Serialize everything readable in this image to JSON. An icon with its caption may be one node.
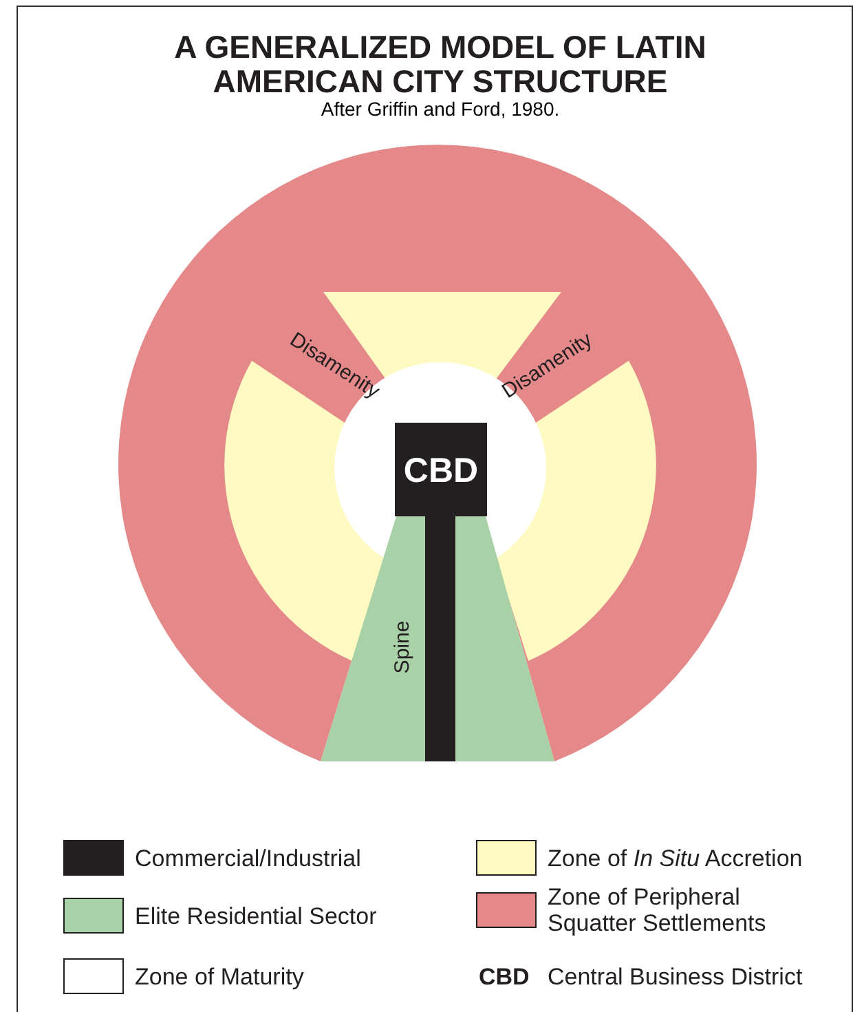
{
  "diagram": {
    "title": "A GENERALIZED MODEL OF LATIN AMERICAN CITY STRUCTURE",
    "caption": "After Griffin and Ford, 1980.",
    "nodes": [
      {
        "text": [
          "CBD"
        ]
      },
      {
        "text": [
          "Spine"
        ]
      },
      {
        "text": [
          "Disamenity"
        ]
      },
      {
        "text": [
          "Disamenity"
        ]
      }
    ],
    "labels": [
      "CBD"
    ],
    "legend": [
      {
        "text": "Commercial/Industrial",
        "color": "#231f20"
      },
      {
        "text": "Zone of *In Situ* Accretion",
        "color": "#fff9c2"
      },
      {
        "text": "Elite Residential Sector",
        "color": "#a8d1a8"
      },
      {
        "text": "Zone of Peripheral Squatter Settlements",
        "color": "#e4888a"
      },
      {
        "text": "Zone of Maturity",
        "color": "#ffffff"
      },
      {
        "text": "Central Business District"
      }
    ]
  }
}
